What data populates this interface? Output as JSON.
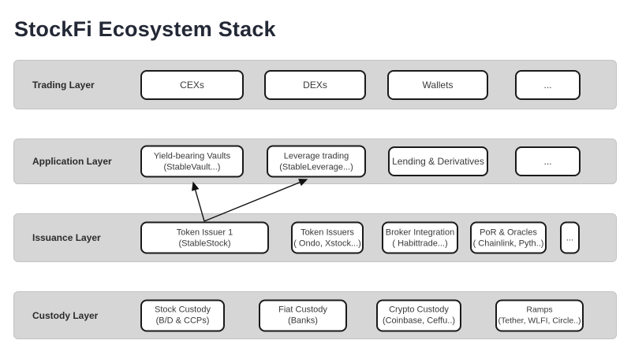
{
  "title": "StockFi Ecosystem Stack",
  "colors": {
    "band_bg": "#d6d6d6",
    "band_border": "#c3c3c3",
    "box_bg": "#ffffff",
    "box_border": "#1a1a1a",
    "title_text": "#232836",
    "box_text": "#3a3a3a",
    "arrow": "#111111"
  },
  "layers": [
    {
      "label": "Trading Layer",
      "boxes": [
        {
          "lines": [
            "CEXs"
          ]
        },
        {
          "lines": [
            "DEXs"
          ]
        },
        {
          "lines": [
            "Wallets"
          ]
        },
        {
          "lines": [
            "..."
          ]
        }
      ]
    },
    {
      "label": "Application Layer",
      "boxes": [
        {
          "lines": [
            "Yield-bearing Vaults",
            "(StableVault...)"
          ]
        },
        {
          "lines": [
            "Leverage trading",
            "(StableLeverage...)"
          ]
        },
        {
          "lines": [
            "Lending & Derivatives"
          ]
        },
        {
          "lines": [
            "..."
          ]
        }
      ]
    },
    {
      "label": "Issuance Layer",
      "boxes": [
        {
          "lines": [
            "Token Issuer 1",
            "(StableStock)"
          ]
        },
        {
          "lines": [
            "Token Issuers",
            "( Ondo, Xstock...)"
          ]
        },
        {
          "lines": [
            "Broker Integration",
            "( Habittrade...)"
          ]
        },
        {
          "lines": [
            "PoR & Oracles",
            "( Chainlink, Pyth..)"
          ]
        },
        {
          "lines": [
            "..."
          ]
        }
      ]
    },
    {
      "label": "Custody Layer",
      "boxes": [
        {
          "lines": [
            "Stock Custody",
            "(B/D & CCPs)"
          ]
        },
        {
          "lines": [
            "Fiat Custody",
            "(Banks)"
          ]
        },
        {
          "lines": [
            "Crypto Custody",
            "(Coinbase, Ceffu..)"
          ]
        },
        {
          "lines": [
            "Ramps",
            "(Tether, WLFI, Circle..)"
          ]
        }
      ]
    }
  ],
  "arrows": [
    {
      "from": "Token Issuer 1 (StableStock)",
      "to": "Yield-bearing Vaults (StableVault...)"
    },
    {
      "from": "Token Issuer 1 (StableStock)",
      "to": "Leverage trading (StableLeverage...)"
    }
  ]
}
